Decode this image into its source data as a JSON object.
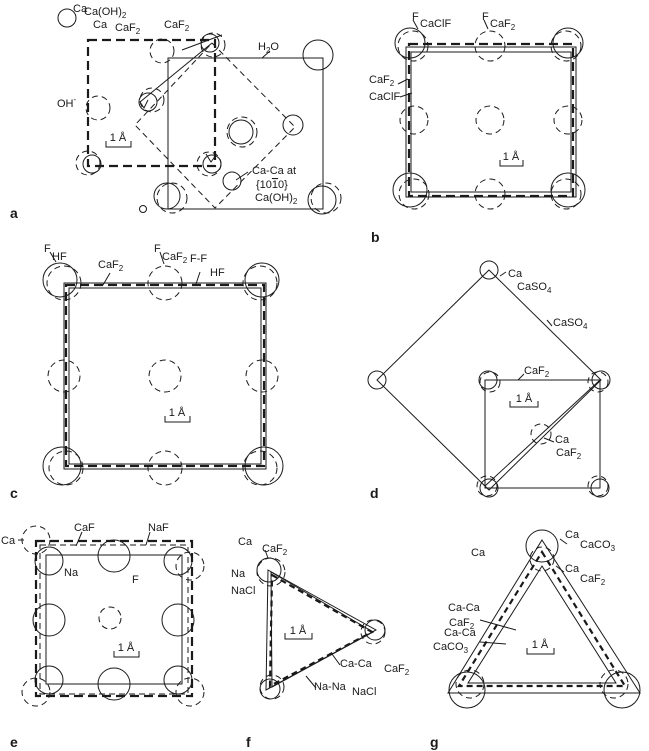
{
  "panels": {
    "a": {
      "letter": "a",
      "ca_label": "Ca",
      "ca_oh2": "Ca(OH)",
      "ca_oh2_sub": "2",
      "ca2": "Ca",
      "caf2": "CaF",
      "caf2_sub": "2",
      "caf2_b": "CaF",
      "caf2_b_sub": "2",
      "h2o": "H",
      "h2o_sub": "2",
      "h2o_end": "O",
      "oh": "OH",
      "oh_sup": "-",
      "scale": "1 Å",
      "caca1": "Ca-Ca at",
      "caca2": "{10",
      "caca2_bar": "1",
      "caca2_end": "0}",
      "caca3": "Ca(OH)",
      "caca3_sub": "2"
    },
    "b": {
      "letter": "b",
      "f1": "F",
      "caclf": "CaClF",
      "f2": "F",
      "caf2": "CaF",
      "caf2_sub": "2",
      "left1": "CaF",
      "left1_sub": "2",
      "left2": "CaClF",
      "scale": "1 Å"
    },
    "c": {
      "letter": "c",
      "f": "F",
      "hf": "HF",
      "caf2": "CaF",
      "caf2_sub": "2",
      "f2": "F",
      "caf2b": "CaF",
      "caf2b_sub": "2",
      "ff": "F-F",
      "hf2": "HF",
      "scale": "1 Å"
    },
    "d": {
      "letter": "d",
      "ca": "Ca",
      "caso4": "CaSO",
      "caso4_sub": "4",
      "caso4b": "CaSO",
      "caso4b_sub": "4",
      "caf2": "CaF",
      "caf2_sub": "2",
      "scale": "1 Å",
      "ca2": "Ca",
      "caf2b": "CaF",
      "caf2b_sub": "2"
    },
    "e": {
      "letter": "e",
      "ca": "Ca",
      "caf": "CaF",
      "naf": "NaF",
      "na": "Na",
      "f": "F",
      "scale": "1 Å"
    },
    "f": {
      "letter": "f",
      "ca": "Ca",
      "caf2": "CaF",
      "caf2_sub": "2",
      "na": "Na",
      "nacl": "NaCl",
      "scale": "1 Å",
      "caca": "Ca-Ca",
      "caca_caf2": "CaF",
      "caca_caf2_sub": "2",
      "nana": "Na-Na",
      "nana_nacl": "NaCl"
    },
    "g": {
      "letter": "g",
      "ca_lone": "Ca",
      "ca": "Ca",
      "caco3": "CaCO",
      "caco3_sub": "3",
      "ca2": "Ca",
      "caf2": "CaF",
      "caf2_sub": "2",
      "caca1": "Ca-Ca",
      "caca1_caf2": "CaF",
      "caca1_caf2_sub": "2",
      "caca2": "Ca-Ca",
      "caca2_caco3": "CaCO",
      "caca2_caco3_sub": "3",
      "scale": "1 Å"
    }
  }
}
